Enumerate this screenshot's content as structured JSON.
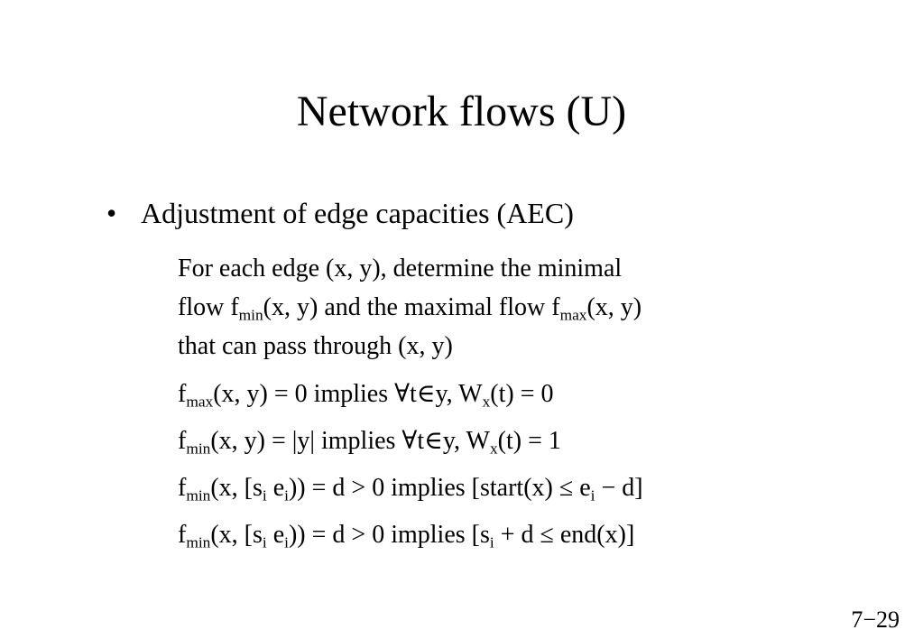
{
  "title": "Network flows (U)",
  "bullet": {
    "marker": "•",
    "text": "Adjustment of edge capacities (AEC)"
  },
  "paragraph": {
    "line1": "For each edge (x, y), determine the minimal",
    "line2_a": "flow f",
    "line2_sub1": "min",
    "line2_b": "(x, y) and the maximal flow f",
    "line2_sub2": "max",
    "line2_c": "(x, y)",
    "line3": "that can pass through (x, y)"
  },
  "equations": [
    {
      "f": "f",
      "sub": "max",
      "a": "(x, y) = 0 implies ∀t∈y, W",
      "sub2": "x",
      "b": "(t) = 0"
    },
    {
      "f": "f",
      "sub": "min",
      "a": "(x, y) = |y| implies ∀t∈y, W",
      "sub2": "x",
      "b": "(t) = 1"
    },
    {
      "f": "f",
      "sub": "min",
      "a": "(x, [s",
      "sub_i1": "i",
      "mid": " e",
      "sub_i2": "i",
      "b": ")) = d > 0 implies [start(x) ≤ e",
      "sub_i3": "i",
      "c": " − d]"
    },
    {
      "f": "f",
      "sub": "min",
      "a": "(x, [s",
      "sub_i1": "i",
      "mid": " e",
      "sub_i2": "i",
      "b": ")) = d > 0 implies [s",
      "sub_i3": "i",
      "c": " + d ≤ end(x)]"
    }
  ],
  "page_number": "7−29"
}
